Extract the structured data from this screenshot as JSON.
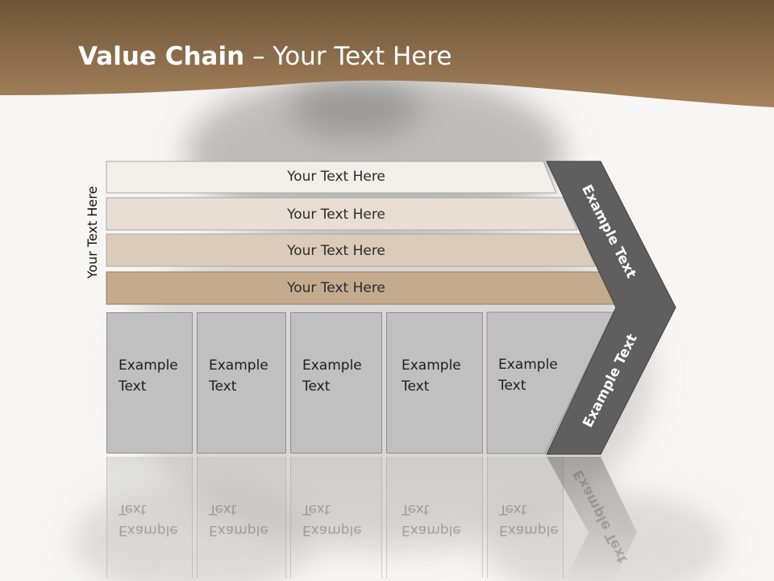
{
  "title": {
    "bold": "Value Chain",
    "rest": " – Your Text Here"
  },
  "side_label": "Your Text Here",
  "rows": [
    {
      "label": "Your Text Here",
      "color": "#f2eee9"
    },
    {
      "label": "Your Text Here",
      "color": "#e8ded3"
    },
    {
      "label": "Your Text Here",
      "color": "#dccbb8"
    },
    {
      "label": "Your Text Here",
      "color": "#c4ab8e"
    }
  ],
  "activities": [
    {
      "line1": "Example",
      "line2": "Text"
    },
    {
      "line1": "Example",
      "line2": "Text"
    },
    {
      "line1": "Example",
      "line2": "Text"
    },
    {
      "line1": "Example",
      "line2": "Text"
    },
    {
      "line1": "Example",
      "line2": "Text"
    }
  ],
  "chevron": {
    "upper_label": "Example Text",
    "lower_label": "Example Text",
    "color": "#5f5f5f"
  },
  "colors": {
    "header_dark": "#6e5537",
    "header_light": "#a6825c",
    "box_fill": "#c0c0c0"
  }
}
